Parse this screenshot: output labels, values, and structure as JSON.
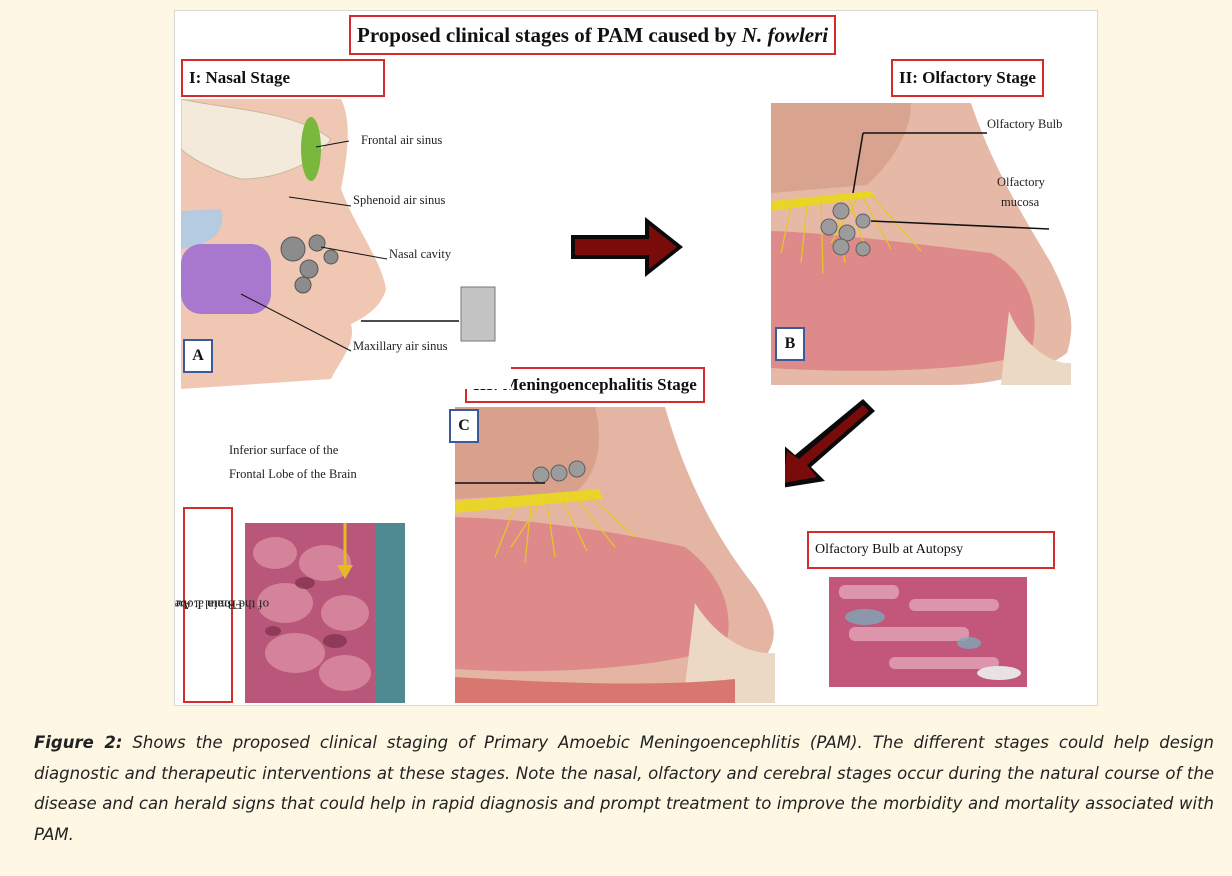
{
  "figure": {
    "title_prefix": "Proposed clinical stages of PAM caused by ",
    "title_italic": "N. fowleri",
    "stage1": "I: Nasal Stage",
    "stage2": "II: Olfactory Stage",
    "stage3": "III: Meningoencephalitis Stage",
    "panel_a": "A",
    "panel_b": "B",
    "panel_c": "C",
    "labels": {
      "frontal_sinus": "Frontal air sinus",
      "sphenoid_sinus": "Sphenoid air sinus",
      "nasal_cavity": "Nasal cavity",
      "maxillary_sinus": "Maxillary air sinus",
      "olfactory_bulb": "Olfactory Bulb",
      "olfactory_mucosa_1": "Olfactory",
      "olfactory_mucosa_2": "mucosa",
      "inferior_surface_1": "Inferior surface of the",
      "inferior_surface_2": "Frontal Lobe of the Brain",
      "frontal_lobe_autopsy_1": "Frontal Lobe",
      "frontal_lobe_autopsy_2": "of the Brain at Autopsy",
      "olfactory_bulb_autopsy": "Olfactory Bulb at Autopsy"
    }
  },
  "caption": {
    "label": "Figure 2:",
    "text": " Shows the proposed clinical staging of Primary Amoebic Meningoencephlitis (PAM). The different stages could help design diagnostic and therapeutic interventions at these stages. Note the nasal, olfactory and cerebral stages occur during the natural course of the disease and can herald signs that could help in rapid diagnosis and prompt treatment to improve the morbidity and mortality associated with PAM."
  },
  "colors": {
    "box_border": "#d42b2b",
    "panel_border": "#3a5a9a",
    "nerve_yellow": "#e8c820",
    "tissue_pink": "#e8a39a"
  }
}
